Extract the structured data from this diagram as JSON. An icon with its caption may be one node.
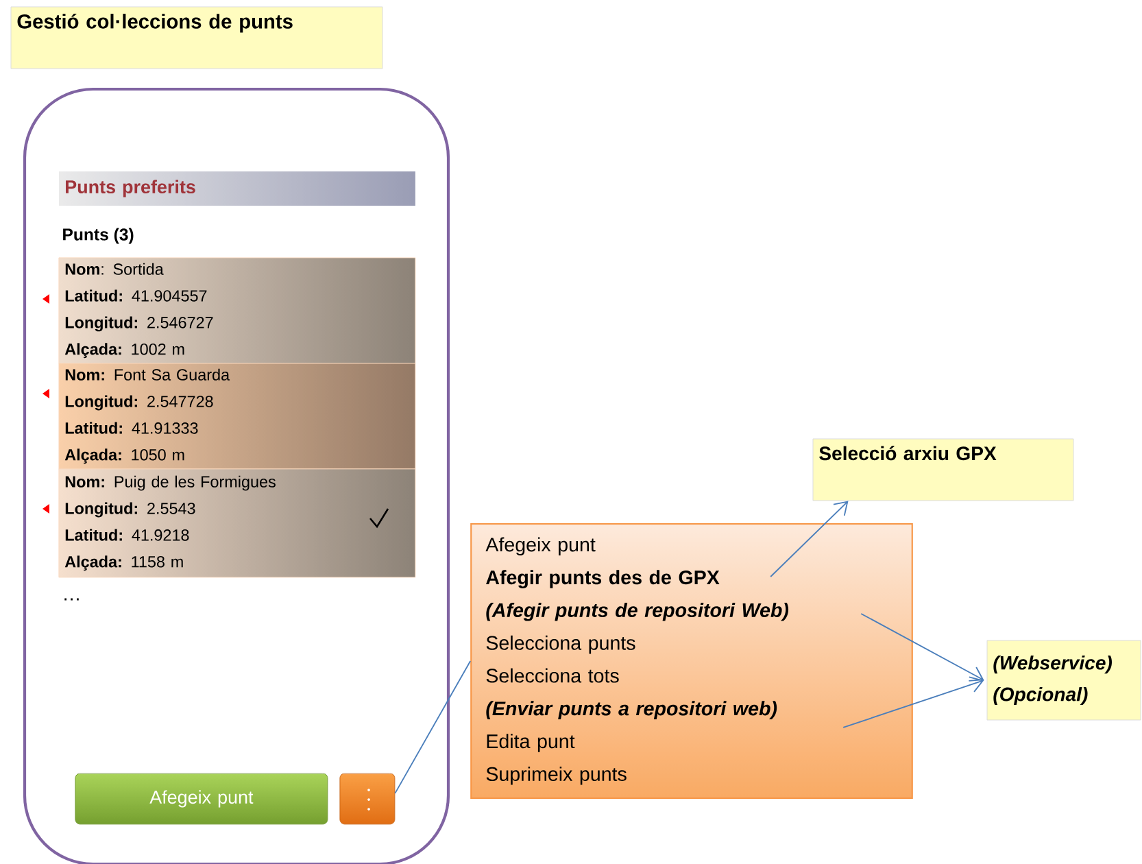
{
  "diagram": {
    "nodes": [
      {
        "text": [
          "Gestió col·leccions de punts"
        ]
      },
      {
        "text": [],
        "shape": "box"
      },
      {
        "text": [
          "Punts preferits"
        ],
        "in": 1
      },
      {
        "text": [
          "**Nom**: Sortida",
          "**Latitud:** 41.904557",
          "**Longitud:** 2.546727",
          "**Alçada:** 1002 m"
        ],
        "in": 1
      },
      {
        "text": [
          "**Nom:** Font Sa Guarda",
          "**Longitud:** 2.547728",
          "**Latitud:** 41.91333",
          "**Alçada:** 1050 m"
        ],
        "in": 1
      },
      {
        "text": [
          "**Nom:** Puig de les Formigues",
          "**Longitud:** 2.5543",
          "**Latitud:** 41.9218",
          "**Alçada:** 1158 m"
        ],
        "in": 1
      },
      {
        "text": [
          "Afegeix punt"
        ],
        "in": 1
      },
      {
        "text": [],
        "shape": "box",
        "in": 1
      },
      {
        "text": [
          "Afegeix punt",
          "Afegir punts des de GPX",
          "(Afegir punts de repositori Web)",
          "Selecciona punts",
          "Selecciona tots",
          "(Enviar punts a repositori web)",
          "Edita punt",
          "Suprimeix punts"
        ]
      },
      {
        "text": [
          "Selecció arxiu GPX"
        ]
      },
      {
        "text": [
          "(Webservice)",
          "(Opcional)"
        ]
      }
    ],
    "edges": [
      {
        "from": 7,
        "to": 8,
        "arrow": "none"
      },
      {
        "from": 8,
        "to": 9,
        "arrow": "to"
      },
      {
        "from": 8,
        "to": 10,
        "arrow": "to"
      },
      {
        "from": 8,
        "to": 10,
        "arrow": "to"
      }
    ],
    "labels": [
      "Punts (3)",
      "…"
    ]
  }
}
